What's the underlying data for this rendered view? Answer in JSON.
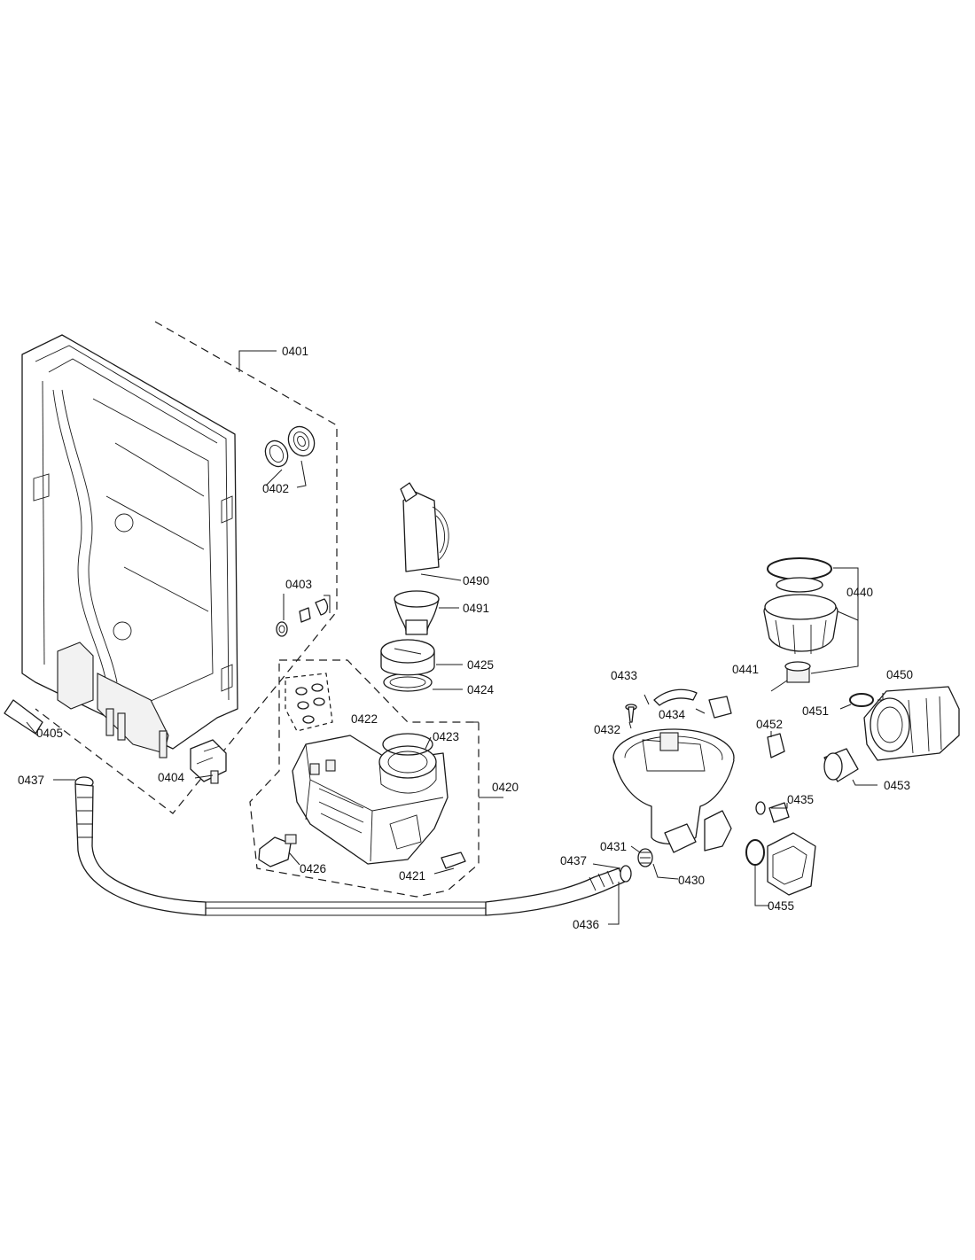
{
  "diagram": {
    "labels": {
      "0401": "0401",
      "0402": "0402",
      "0403": "0403",
      "0404": "0404",
      "0405": "0405",
      "0420": "0420",
      "0421": "0421",
      "0422": "0422",
      "0423": "0423",
      "0424": "0424",
      "0425": "0425",
      "0426": "0426",
      "0430": "0430",
      "0431": "0431",
      "0432": "0432",
      "0433": "0433",
      "0434": "0434",
      "0435": "0435",
      "0436": "0436",
      "0437a": "0437",
      "0437b": "0437",
      "0440": "0440",
      "0441": "0441",
      "0450": "0450",
      "0451": "0451",
      "0452": "0452",
      "0453": "0453",
      "0455": "0455",
      "0490": "0490",
      "0491": "0491"
    }
  }
}
